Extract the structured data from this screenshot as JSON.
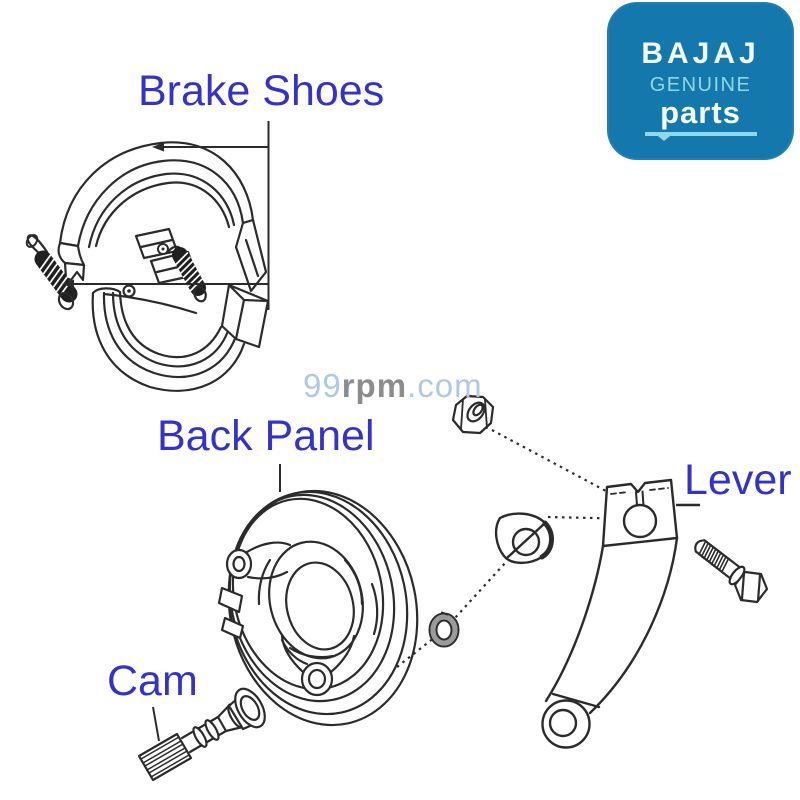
{
  "theme": {
    "label_color": "#3333cc",
    "line_color": "#2b2b2b",
    "badge_bg": "#1478ad",
    "badge_accent": "#8fd8ea",
    "badge_text": "#f4fbfe",
    "wm_blue": "#afc8e6",
    "wm_gray": "#8d8d8d"
  },
  "badge": {
    "brand": "BAJAJ",
    "line1": "GENUINE",
    "line2": "parts"
  },
  "watermark": {
    "part1": "99",
    "part2": "rpm",
    "part3": ".com"
  },
  "labels": {
    "brake_shoes": "Brake Shoes",
    "back_panel": "Back Panel",
    "cam": "Cam",
    "lever": "Lever"
  },
  "diagram": {
    "parts": [
      {
        "id": "brake-shoes",
        "label": "Brake Shoes"
      },
      {
        "id": "return-springs"
      },
      {
        "id": "back-panel",
        "label": "Back Panel"
      },
      {
        "id": "cam",
        "label": "Cam"
      },
      {
        "id": "hex-nut"
      },
      {
        "id": "cam-washer"
      },
      {
        "id": "o-ring"
      },
      {
        "id": "lever",
        "label": "Lever"
      },
      {
        "id": "hex-bolt"
      }
    ]
  }
}
